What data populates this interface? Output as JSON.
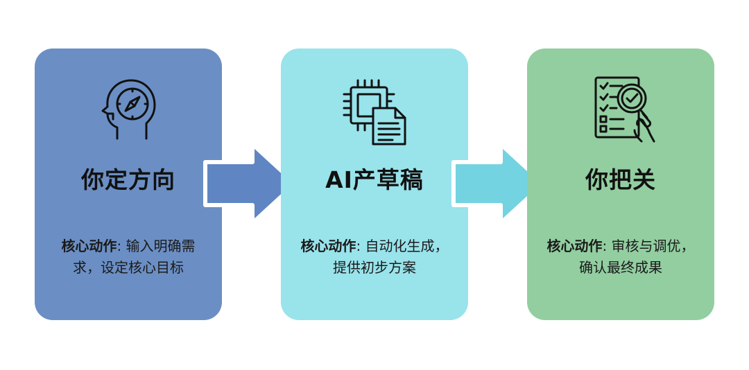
{
  "colors": {
    "card1": "#6b8fc4",
    "card2": "#99e3eb",
    "card3": "#92cea0",
    "arrow1": "#5f86c2",
    "arrow2": "#74d3e0",
    "icon_stroke": "#111111"
  },
  "steps": [
    {
      "icon": "head-compass-icon",
      "title": "你定方向",
      "label": "核心动作",
      "text": ": 输入明确需求，设定核心目标"
    },
    {
      "icon": "chip-document-icon",
      "title": "AI产草稿",
      "label": "核心动作",
      "text": ": 自动化生成，提供初步方案"
    },
    {
      "icon": "checklist-magnifier-icon",
      "title": "你把关",
      "label": "核心动作",
      "text": ": 审核与调优，确认最终成果"
    }
  ],
  "arrows": [
    {
      "icon": "right-arrow-icon"
    },
    {
      "icon": "right-arrow-icon"
    }
  ]
}
